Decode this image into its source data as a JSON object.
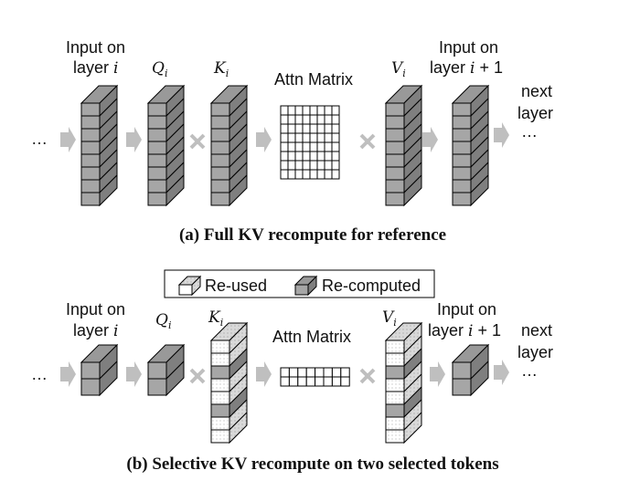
{
  "panel_a": {
    "input_label_line1": "Input on",
    "input_label_line2": "layer i",
    "q_label": "Qi",
    "k_label": "Ki",
    "attn_label": "Attn Matrix",
    "v_label": "Vi",
    "next_input_line1": "Input on",
    "next_input_line2": "layer i + 1",
    "next_layer_line1": "next",
    "next_layer_line2": "layer",
    "ellipsis_left": "…",
    "ellipsis_right": "…",
    "multiply_symbol": "×",
    "tokens": 8,
    "caption": "(a) Full KV recompute for reference"
  },
  "legend": {
    "reused_label": "Re-used",
    "recomputed_label": "Re-computed"
  },
  "panel_b": {
    "input_label_line1": "Input on",
    "input_label_line2": "layer i",
    "q_label": "Qi",
    "k_label": "Ki",
    "attn_label": "Attn Matrix",
    "v_label": "Vi",
    "next_input_line1": "Input on",
    "next_input_line2": "layer i + 1",
    "next_layer_line1": "next",
    "next_layer_line2": "layer",
    "ellipsis_left": "…",
    "ellipsis_right": "…",
    "multiply_symbol": "×",
    "tokens": 8,
    "recomputed_token_indices": [
      2,
      5
    ],
    "caption": "(b) Selective KV recompute on two selected tokens"
  },
  "colors": {
    "recomputed_front": "#a6a6a6",
    "recomputed_side": "#7f7f7f",
    "reused_front": "#ffffff",
    "reused_side": "#d9d9d9",
    "arrow": "#bfbfbf"
  }
}
